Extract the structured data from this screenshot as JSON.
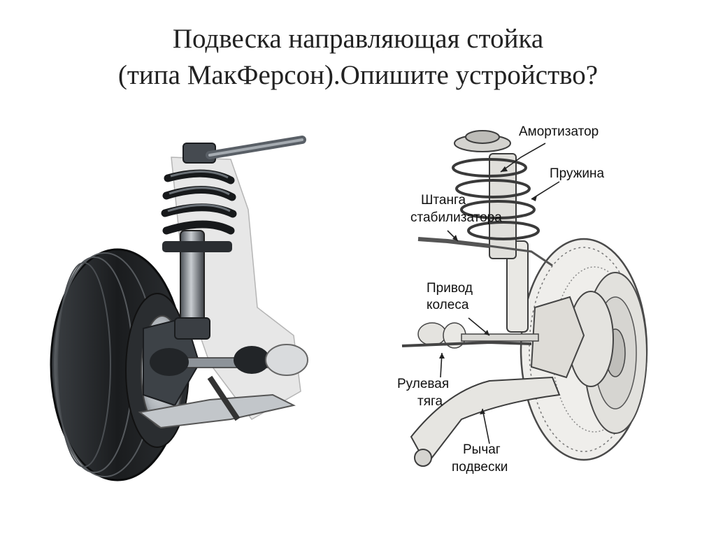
{
  "slide": {
    "title_line1": "Подвеска направляющая стойка",
    "title_line2": "(типа МакФерсон).Опишите устройство?"
  },
  "labels": {
    "shock_absorber": "Амортизатор",
    "spring": "Пружина",
    "stabilizer_bar_line1": "Штанга",
    "stabilizer_bar_line2": "стабилизатора",
    "drive_shaft_line1": "Привод",
    "drive_shaft_line2": "колеса",
    "tie_rod_line1": "Рулевая",
    "tie_rod_line2": "тяга",
    "control_arm_line1": "Рычаг",
    "control_arm_line2": "подвески"
  },
  "colors": {
    "title": "#222222",
    "metal_dark": "#2b2f33",
    "metal_mid": "#7a8086",
    "metal_light": "#c9cdd1",
    "tire": "#1d1f21",
    "tire_tread": "#3a3d40",
    "sketch_line": "#555555",
    "sketch_fill": "#eceae6"
  }
}
